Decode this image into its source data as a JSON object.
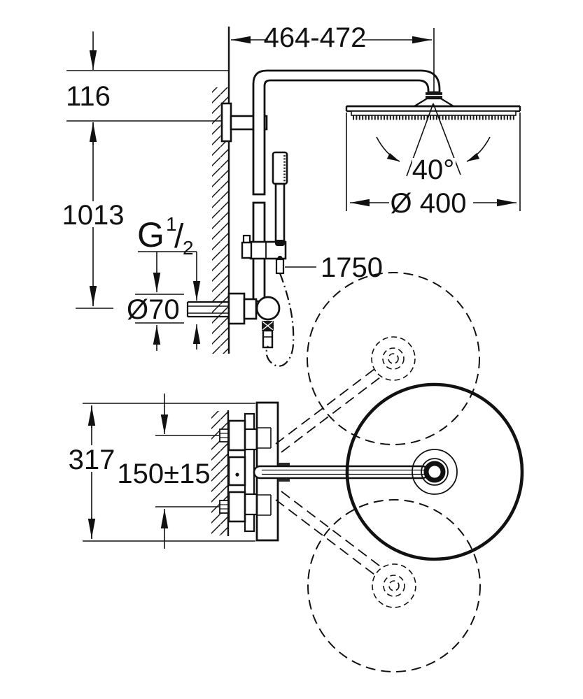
{
  "colors": {
    "ink": "#111111",
    "paper": "#ffffff"
  },
  "labels": {
    "reach_range": "464-472",
    "arm_offset": "116",
    "riser_height": "1013",
    "thread_prefix": "G",
    "thread_numerator": "1",
    "thread_slash": "/",
    "thread_denominator": "2",
    "escutcheon_diameter": "Ø70",
    "hose_length": "1750",
    "swivel_angle": "40°",
    "head_diameter": "Ø 400",
    "body_height": "317",
    "inlet_spacing": "150±15"
  }
}
